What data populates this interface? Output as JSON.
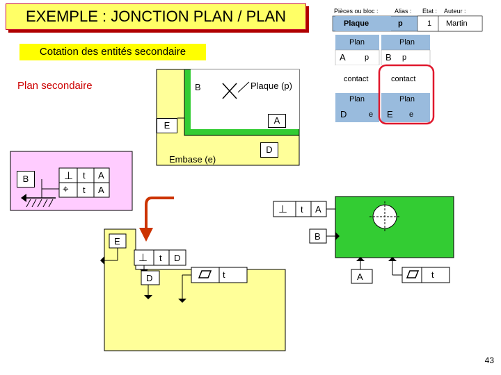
{
  "title": "EXEMPLE : JONCTION PLAN / PLAN",
  "subtitle": "Cotation des entités secondaire",
  "plan_secondaire": "Plan secondaire",
  "diagram": {
    "B": "B",
    "plaque": "Plaque (p)",
    "A": "A",
    "E": "E",
    "D": "D",
    "embase": "Embase (e)"
  },
  "frame_left": {
    "datum": "B",
    "sym1": "⊥",
    "sym2": "⌖",
    "t1": "t",
    "t2": "t",
    "ref1": "A",
    "ref2": "A"
  },
  "frame_right": {
    "sym": "⊥",
    "t": "t",
    "ref": "A"
  },
  "frame_bottom_left": {
    "sym": "⊥",
    "t": "t",
    "ref": "D"
  },
  "flatness_left": {
    "t": "t"
  },
  "flatness_right": {
    "t": "t"
  },
  "labels": {
    "B2": "B",
    "E2": "E",
    "D2": "D",
    "A2": "A"
  },
  "table": {
    "headers": [
      "Pièces ou bloc :",
      "Alias :",
      "Etat :",
      "Auteur :"
    ],
    "row": [
      "Plaque",
      "p",
      "1",
      "Martin"
    ],
    "plan": "Plan",
    "A": "A",
    "p": "p",
    "B": "B",
    "contact": "contact",
    "D": "D",
    "e": "e",
    "E": "E"
  },
  "page_number": "43",
  "colors": {
    "yellow": "#ffff99",
    "green": "#33cc33",
    "pink": "#ffccff",
    "red": "#cc0000",
    "orange": "#cc3300",
    "table_blue": "#99bbdd"
  }
}
